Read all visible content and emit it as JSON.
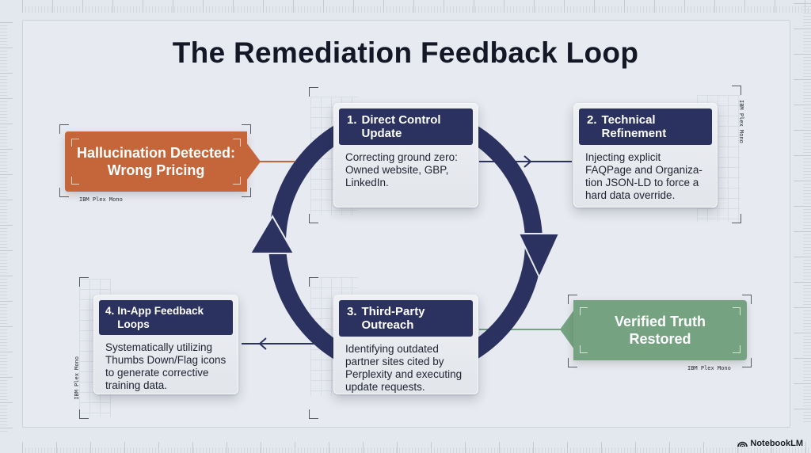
{
  "title": "The Remediation Feedback Loop",
  "colors": {
    "navy": "#2b3260",
    "orange": "#c4653a",
    "green": "#75a382",
    "background": "#e7eaf0"
  },
  "start_callout": {
    "line1": "Hallucination Detected:",
    "line2": "Wrong Pricing",
    "font_label": "IBM Plex Mono"
  },
  "end_callout": {
    "line1": "Verified Truth",
    "line2": "Restored",
    "font_label": "IBM Plex Mono"
  },
  "steps": [
    {
      "number": "1.",
      "title_line1": "Direct Control",
      "title_line2": "Update",
      "body": "Correcting ground zero: Owned website, GBP, LinkedIn."
    },
    {
      "number": "2.",
      "title_line1": "Technical",
      "title_line2": "Refinement",
      "body": "Injecting explicit FAQPage and Organiza-tion JSON-LD to force a hard data override.",
      "font_label": "IBM Plex Mono"
    },
    {
      "number": "3.",
      "title_line1": "Third-Party Outreach",
      "title_line2": "",
      "body": "Identifying outdated partner sites cited by Perplexity and executing update requests."
    },
    {
      "number": "4.",
      "title_line1": "In-App Feedback Loops",
      "title_line2": "",
      "body": "Systematically utilizing Thumbs Down/Flag icons to generate corrective training data.",
      "font_label": "IBM Plex Mono"
    }
  ],
  "brand": {
    "icon": "notebooklm-logo-icon",
    "label": "NotebookLM"
  }
}
